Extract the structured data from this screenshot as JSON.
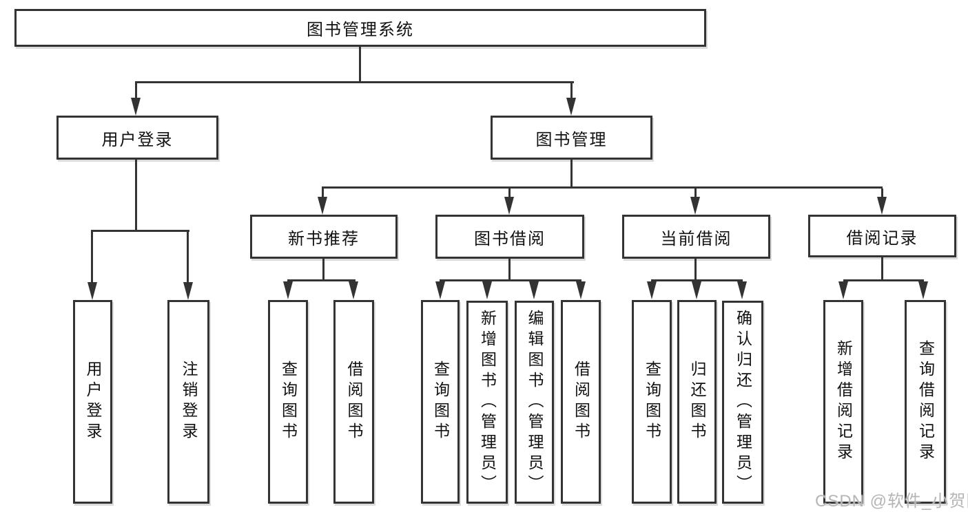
{
  "diagram": {
    "root": {
      "label": "图书管理系统"
    },
    "user_login": {
      "label": "用户登录",
      "children": [
        "用户登录",
        "注销登录"
      ]
    },
    "book_mgmt": {
      "label": "图书管理",
      "sections": {
        "new_book": {
          "label": "新书推荐",
          "children": [
            "查询图书",
            "借阅图书"
          ]
        },
        "borrow": {
          "label": "图书借阅",
          "children": [
            "查询图书",
            "新增图书（管理员）",
            "编辑图书（管理员）",
            "借阅图书"
          ]
        },
        "current": {
          "label": "当前借阅",
          "children": [
            "查询图书",
            "归还图书",
            "确认归还（管理员）"
          ]
        },
        "records": {
          "label": "借阅记录",
          "children": [
            "新增借阅记录",
            "查询借阅记录"
          ]
        }
      }
    }
  },
  "watermark": {
    "text": "CSDN @软件_小贺同学"
  },
  "colors": {
    "line": "#333333",
    "background": "#ffffff",
    "watermark": "#b5b5b5"
  }
}
